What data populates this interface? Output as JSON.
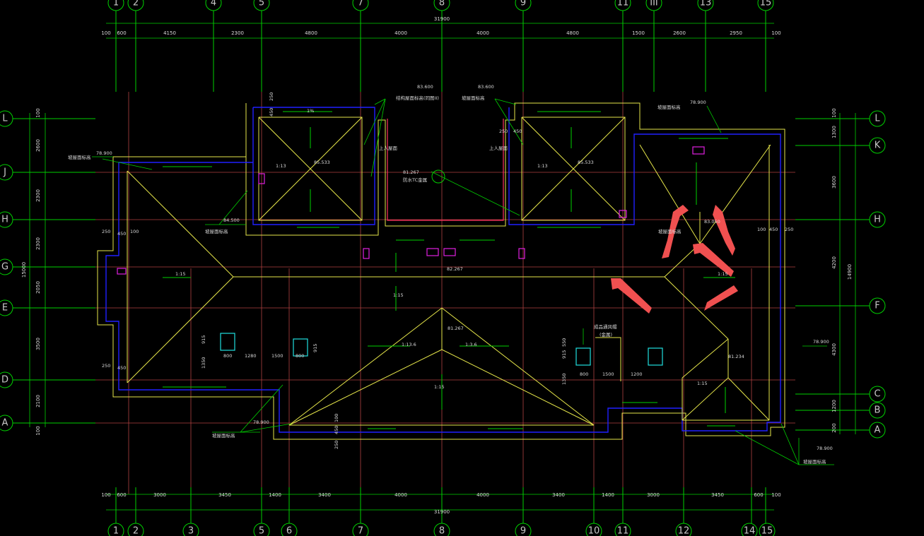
{
  "top_axes": [
    "1",
    "2",
    "4",
    "5",
    "7",
    "8",
    "9",
    "11",
    "III",
    "13",
    "15"
  ],
  "bottom_axes": [
    "1",
    "2",
    "3",
    "5",
    "6",
    "7",
    "8",
    "9",
    "10",
    "11",
    "12",
    "14",
    "15"
  ],
  "left_axes": [
    "L",
    "J",
    "H",
    "G",
    "E",
    "D",
    "A"
  ],
  "right_axes": [
    "L",
    "K",
    "H",
    "F",
    "C",
    "B",
    "A"
  ],
  "top_total": "31900",
  "bottom_total": "31900",
  "top_dims": [
    "100",
    "600",
    "4150",
    "2300",
    "4800",
    "4000",
    "4000",
    "4800",
    "1500",
    "2600",
    "2950",
    "100"
  ],
  "bottom_dims": [
    "100",
    "600",
    "3000",
    "3450",
    "1400",
    "3400",
    "4000",
    "4000",
    "3400",
    "1400",
    "3000",
    "3450",
    "600",
    "100"
  ],
  "left_dims": [
    "100",
    "2600",
    "2300",
    "2300",
    "2050",
    "3500",
    "2100",
    "100"
  ],
  "left_total": "15000",
  "right_dims": [
    "100",
    "1300",
    "3600",
    "4200",
    "4300",
    "1200",
    "200"
  ],
  "right_total": "14900",
  "elevations": {
    "e1": "83.600",
    "e2": "83.600",
    "e3": "85.533",
    "e4": "85.533",
    "e5": "78.900",
    "e6": "78.900",
    "e7": "84.500",
    "e8": "82.267",
    "e9": "81.267",
    "e10": "81.267",
    "e11": "81.234",
    "e12": "78.900",
    "e13": "78.900",
    "e14": "78.900",
    "e15": "83.050"
  },
  "notes": {
    "n1": "结构屋面标高(同图II)",
    "n2": "坡屋面标高",
    "n3": "坡屋面标高",
    "n4": "上人屋面",
    "n5": "上人屋面",
    "n6": "坡屋面标高",
    "n7": "坡屋面标高",
    "n8": "坡屋面标高",
    "n9": "坡屋面标高",
    "n10": "坡屋面标高",
    "n11": "成品通风帽",
    "n12": "(金属)",
    "n13": "防水TC金属",
    "n14": "坡屋面标高"
  },
  "slopes": {
    "s1": "1%",
    "s2": "1:15",
    "s3": "1:15",
    "s4": "1:13",
    "s5": "1:13",
    "s6": "1:15",
    "s7": "1:13.6",
    "s8": "1:3.6",
    "s9": "1:15",
    "s10": "1:15"
  },
  "window_dims": {
    "w1": "800",
    "w2": "1280",
    "w3": "1500",
    "w4": "800",
    "w5": "1200",
    "w6": "800",
    "w7": "1500",
    "w8": "915",
    "w9": "1350",
    "w10": "550",
    "w11": "915",
    "w12": "1350",
    "w13": "915"
  },
  "side_dims": {
    "t1": "250",
    "t2": "450",
    "t3": "250",
    "t4": "450",
    "t5": "100",
    "t6": "250",
    "t7": "450",
    "t8": "100",
    "t9": "450",
    "t10": "250",
    "t11": "450",
    "t12": "250",
    "t13": "100",
    "t14": "250",
    "t15": "450"
  },
  "colors": {
    "grid": "#00d000",
    "axis": "#b04040",
    "wall": "#e6e64a",
    "gutter": "#2020ff",
    "annotation_arrow": "#f05050",
    "drain": "#e020e0",
    "skylight": "#20e0e0"
  }
}
